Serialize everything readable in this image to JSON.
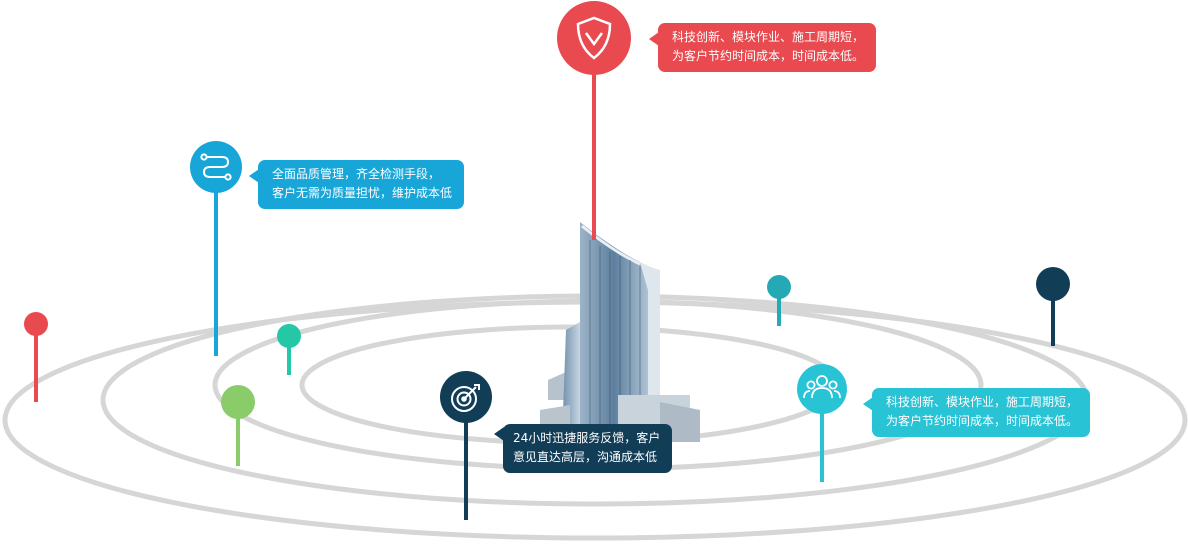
{
  "colors": {
    "red": "#e84a4f",
    "blue": "#18a6d9",
    "cyan": "#29c3d6",
    "navy": "#123d57",
    "teal": "#24c7a6",
    "green": "#8acb6a",
    "turquoise": "#25a9b4",
    "orbit": "#d8d8d8"
  },
  "callouts": {
    "top": {
      "icon": "shield-icon",
      "line1": "科技创新、模块作业、施工周期短，",
      "line2": "为客户节约时间成本，时间成本低。"
    },
    "left": {
      "icon": "route-icon",
      "line1": "全面品质管理，齐全检测手段，",
      "line2": "客户无需为质量担忧，维护成本低"
    },
    "right": {
      "icon": "team-icon",
      "line1": "科技创新、模块作业，施工周期短，",
      "line2": "为客户节约时间成本，时间成本低。"
    },
    "center": {
      "icon": "target-icon",
      "line1": "24小时迅捷服务反馈，客户",
      "line2": "意见直达高层，沟通成本低"
    }
  }
}
